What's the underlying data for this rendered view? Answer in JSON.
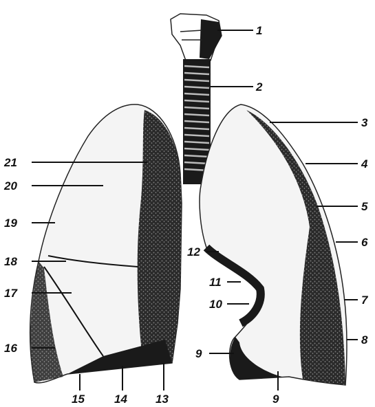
{
  "figure": {
    "labels": [
      "1",
      "2",
      "3",
      "4",
      "5",
      "6",
      "7",
      "8",
      "9",
      "9",
      "10",
      "11",
      "12",
      "13",
      "14",
      "15",
      "16",
      "17",
      "18",
      "19",
      "20",
      "21"
    ]
  }
}
